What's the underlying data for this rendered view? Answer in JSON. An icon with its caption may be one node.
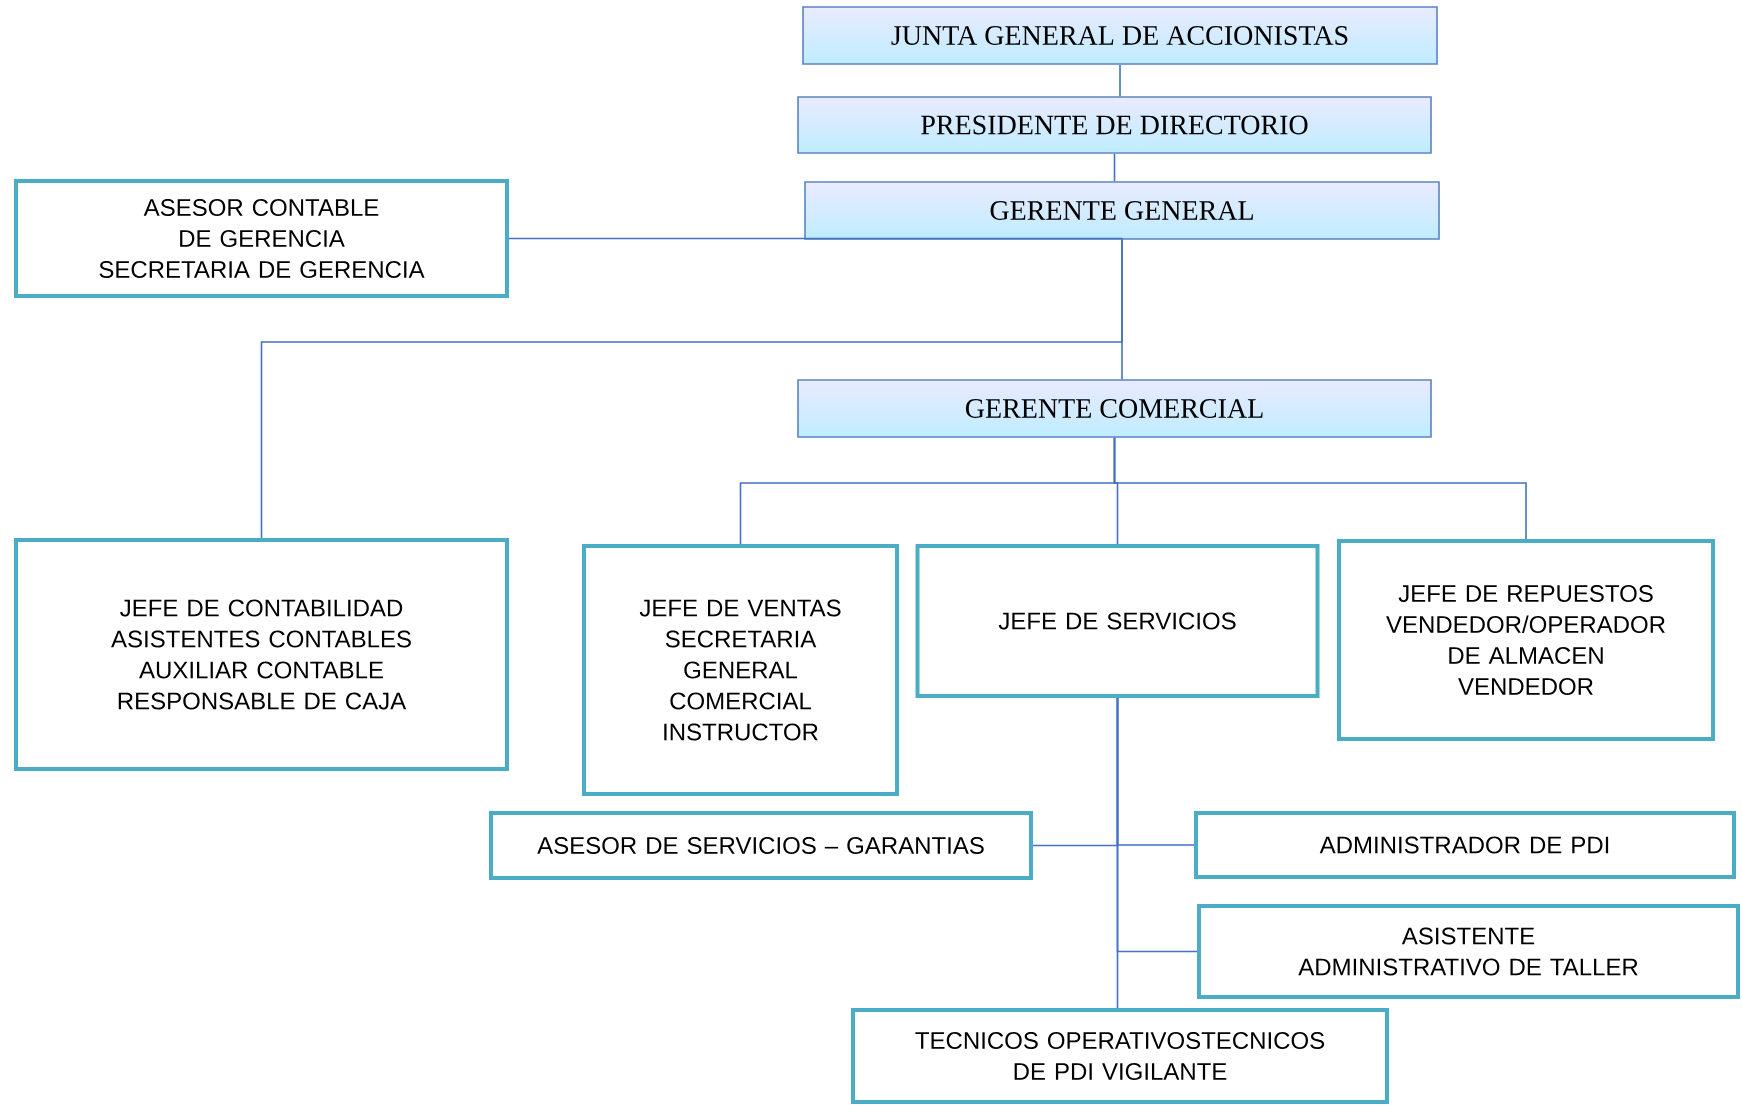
{
  "diagram": {
    "nodes": [
      {
        "text": [
          "JUNTA GENERAL DE ACCIONISTAS"
        ]
      },
      {
        "text": [
          "PRESIDENTE DE DIRECTORIO"
        ]
      },
      {
        "text": [
          "GERENTE GENERAL"
        ]
      },
      {
        "text": [
          "ASESOR CONTABLE DE GERENCIA",
          "SECRETARIA DE GERENCIA"
        ]
      },
      {
        "text": [
          "GERENTE COMERCIAL"
        ]
      },
      {
        "text": [
          "JEFE DE CONTABILIDAD",
          "ASISTENTES CONTABLES",
          "AUXILIAR CONTABLE",
          "RESPONSABLE DE CAJA"
        ]
      },
      {
        "text": [
          "JEFE DE VENTAS",
          "SECRETARIA GENERAL COMERCIAL",
          "INSTRUCTOR"
        ]
      },
      {
        "text": [
          "JEFE DE SERVICIOS"
        ]
      },
      {
        "text": [
          "JEFE DE REPUESTOS",
          "VENDEDOR/OPERADOR DE ALMACEN",
          "VENDEDOR"
        ]
      },
      {
        "text": [
          "ASESOR DE SERVICIOS – GARANTIAS"
        ]
      },
      {
        "text": [
          "ADMINISTRADOR DE PDI"
        ]
      },
      {
        "text": [
          "ASISTENTE ADMINISTRATIVO DE TALLER"
        ]
      },
      {
        "text": [
          "TECNICOS OPERATIVOSTECNICOS DE PDI VIGILANTE"
        ]
      }
    ],
    "edges": [
      {
        "from": 0,
        "to": 1,
        "arrow": "none"
      },
      {
        "from": 1,
        "to": 2,
        "arrow": "none"
      },
      {
        "from": 2,
        "to": 3,
        "arrow": "none"
      },
      {
        "from": 2,
        "to": 5,
        "arrow": "none"
      },
      {
        "from": 2,
        "to": 4,
        "arrow": "none"
      },
      {
        "from": 4,
        "to": 6,
        "arrow": "none"
      },
      {
        "from": 4,
        "to": 7,
        "arrow": "none"
      },
      {
        "from": 4,
        "to": 8,
        "arrow": "none"
      },
      {
        "from": 7,
        "to": 9,
        "arrow": "none"
      },
      {
        "from": 7,
        "to": 10,
        "arrow": "none"
      },
      {
        "from": 7,
        "to": 11,
        "arrow": "none"
      },
      {
        "from": 7,
        "to": 12,
        "arrow": "none"
      }
    ]
  }
}
